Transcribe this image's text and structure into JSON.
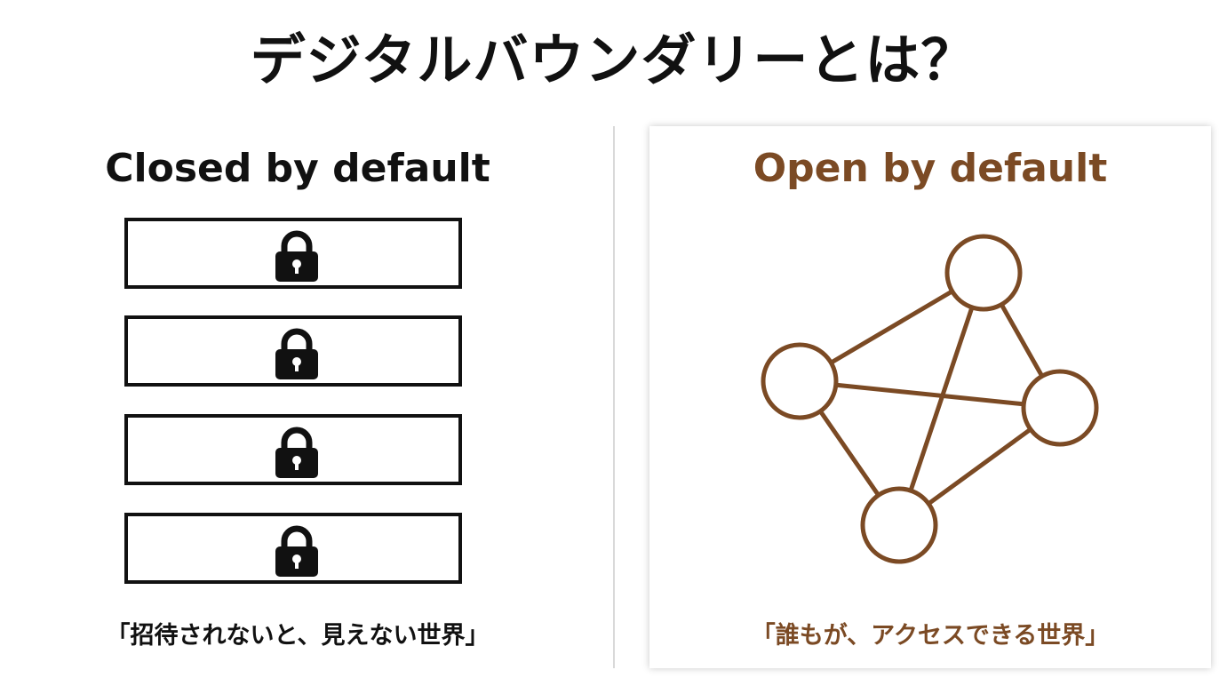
{
  "title": "デジタルバウンダリーとは？",
  "left": {
    "heading": "Closed by default",
    "caption": "「招待されないと、見えない世界」",
    "boxes": [
      {
        "icon": "lock-icon"
      },
      {
        "icon": "lock-icon"
      },
      {
        "icon": "lock-icon"
      },
      {
        "icon": "lock-icon"
      }
    ]
  },
  "right": {
    "heading": "Open by default",
    "caption": "「誰もが、アクセスできる世界」",
    "network": {
      "nodes": 4,
      "edges": [
        [
          0,
          1
        ],
        [
          0,
          2
        ],
        [
          0,
          3
        ],
        [
          1,
          2
        ],
        [
          1,
          3
        ],
        [
          2,
          3
        ]
      ]
    }
  },
  "colors": {
    "text": "#111111",
    "accent_brown": "#7b4a24",
    "divider": "#d9d9d9",
    "panel_bg": "#ffffff"
  }
}
